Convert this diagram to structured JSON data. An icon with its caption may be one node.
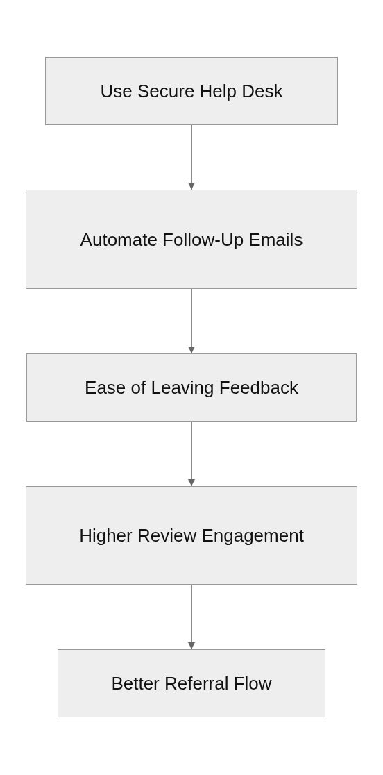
{
  "diagram": {
    "nodes": [
      {
        "text": [
          "Use Secure Help Desk"
        ]
      },
      {
        "text": [
          "Automate Follow-Up Emails"
        ]
      },
      {
        "text": [
          "Ease of Leaving Feedback"
        ]
      },
      {
        "text": [
          "Higher Review Engagement"
        ]
      },
      {
        "text": [
          "Better Referral Flow"
        ]
      }
    ],
    "edges": [
      {
        "from": 0,
        "to": 1,
        "arrow": "to"
      },
      {
        "from": 1,
        "to": 2,
        "arrow": "to"
      },
      {
        "from": 2,
        "to": 3,
        "arrow": "to"
      },
      {
        "from": 3,
        "to": 4,
        "arrow": "to"
      }
    ]
  }
}
